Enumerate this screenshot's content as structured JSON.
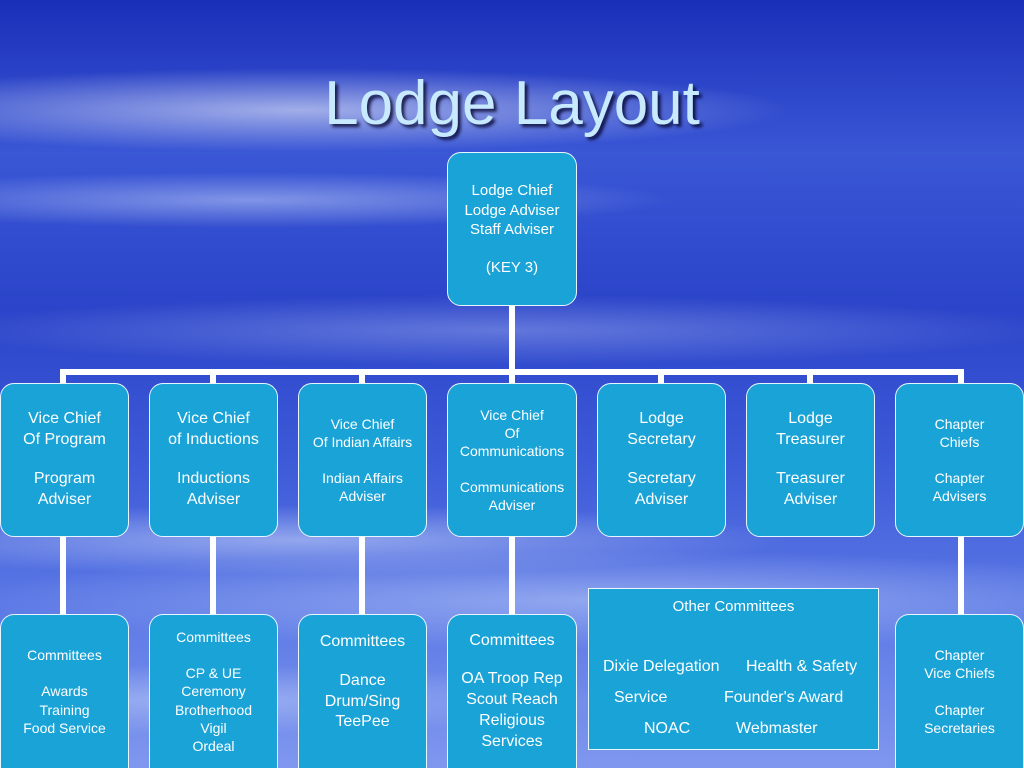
{
  "title": "Lodge Layout",
  "top_box": {
    "lines": [
      "Lodge Chief",
      "Lodge Adviser",
      "Staff Adviser"
    ],
    "key": "(KEY 3)"
  },
  "officers": [
    {
      "title": [
        "Vice Chief",
        "Of Program"
      ],
      "adviser": [
        "Program",
        "Adviser"
      ]
    },
    {
      "title": [
        "Vice Chief",
        "of Inductions"
      ],
      "adviser": [
        "Inductions",
        "Adviser"
      ]
    },
    {
      "title": [
        "Vice Chief",
        "Of Indian Affairs"
      ],
      "adviser": [
        "Indian Affairs",
        "Adviser"
      ]
    },
    {
      "title": [
        "Vice Chief",
        "Of",
        "Communications"
      ],
      "adviser": [
        "Communications",
        "Adviser"
      ]
    },
    {
      "title": [
        "Lodge",
        "Secretary"
      ],
      "adviser": [
        "Secretary",
        "Adviser"
      ]
    },
    {
      "title": [
        "Lodge",
        "Treasurer"
      ],
      "adviser": [
        "Treasurer",
        "Adviser"
      ]
    },
    {
      "title": [
        "Chapter",
        "Chiefs"
      ],
      "adviser": [
        "Chapter",
        "Advisers"
      ]
    }
  ],
  "committees": [
    {
      "heading": "Committees",
      "items": [
        "Awards",
        "Training",
        "Food Service"
      ]
    },
    {
      "heading": "Committees",
      "items": [
        "CP & UE",
        "Ceremony",
        "Brotherhood",
        "Vigil",
        "Ordeal"
      ]
    },
    {
      "heading": "Committees",
      "items": [
        "Dance",
        "Drum/Sing",
        "TeePee"
      ]
    },
    {
      "heading": "Committees",
      "items": [
        "OA Troop Rep",
        "Scout Reach",
        "Religious",
        "Services"
      ]
    }
  ],
  "chapter_sub": {
    "top": [
      "Chapter",
      "Vice Chiefs"
    ],
    "bottom": [
      "Chapter",
      "Secretaries"
    ]
  },
  "other_committees": {
    "title": "Other Committees",
    "row1": [
      "Dixie Delegation",
      "Health & Safety"
    ],
    "row2": [
      "Service",
      "Founder's Award"
    ],
    "row3": [
      "NOAC",
      "Webmaster"
    ]
  }
}
